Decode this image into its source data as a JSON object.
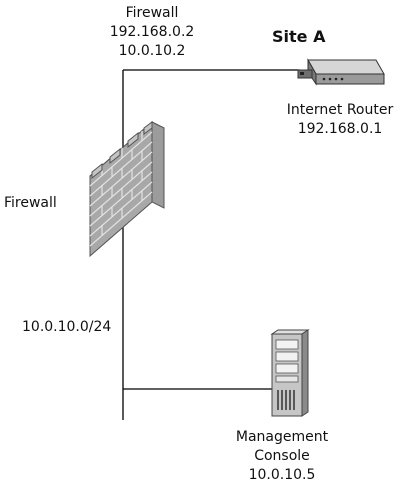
{
  "diagram": {
    "firewall_interfaces": {
      "title": "Firewall",
      "external_ip": "192.168.0.2",
      "internal_ip": "10.0.10.2"
    },
    "site_label": "Site A",
    "router": {
      "name": "Internet Router",
      "ip": "192.168.0.1",
      "icon": "router-icon"
    },
    "firewall": {
      "name": "Firewall",
      "icon": "brick-wall-icon"
    },
    "subnet": "10.0.10.0/24",
    "console": {
      "name_line1": "Management",
      "name_line2": "Console",
      "ip": "10.0.10.5",
      "icon": "server-tower-icon"
    },
    "colors": {
      "line": "#000000",
      "brick": "#8f8f8f",
      "brick_light": "#cfcfcf",
      "device": "#bdbdbd"
    }
  }
}
